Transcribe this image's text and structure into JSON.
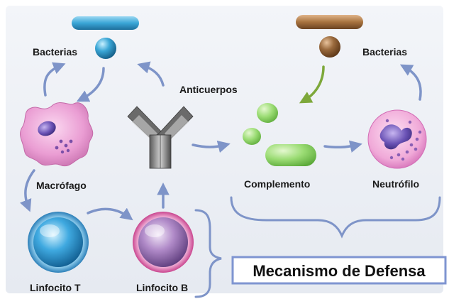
{
  "labels": {
    "bacterias_left": "Bacterias",
    "bacterias_right": "Bacterias",
    "anticuerpos": "Anticuerpos",
    "macrofago": "Macrófago",
    "complemento": "Complemento",
    "neutrofilo": "Neutrófilo",
    "linfocito_t": "Linfocito T",
    "linfocito_b": "Linfocito B"
  },
  "title": "Mecanismo de Defensa",
  "colors": {
    "background": "#eef1f6",
    "arrow": "#7e94c8",
    "arrow_green": "#7da83a",
    "bacteria_blue": "#3a9fd0",
    "bacteria_brown": "#9a6a3d",
    "macrophage_pink": "#e79ad0",
    "complement_green": "#8fd46e",
    "lymph_t_blue": "#2a8fd0",
    "lymph_b_purple": "#b07ec0",
    "title_border": "#7f95d1"
  }
}
